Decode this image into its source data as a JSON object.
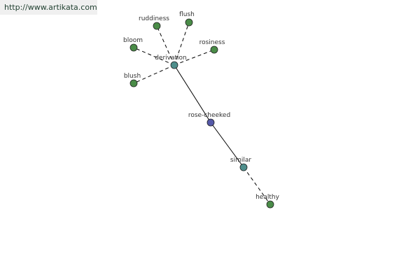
{
  "header": {
    "source_link": "http://www.artikata.com"
  },
  "graph": {
    "colors": {
      "root": "#5559a8",
      "relation": "#4f8f8c",
      "word": "#4a8c48",
      "node_stroke": "#222222",
      "edge": "#000000",
      "link_bg": "#f0f0f0"
    },
    "nodes": {
      "rose_cheeked": "rose-cheeked",
      "derivation": "derivation",
      "similar": "similar",
      "ruddiness": "ruddiness",
      "flush": "flush",
      "bloom": "bloom",
      "rosiness": "rosiness",
      "blush": "blush",
      "healthy": "healthy"
    }
  }
}
